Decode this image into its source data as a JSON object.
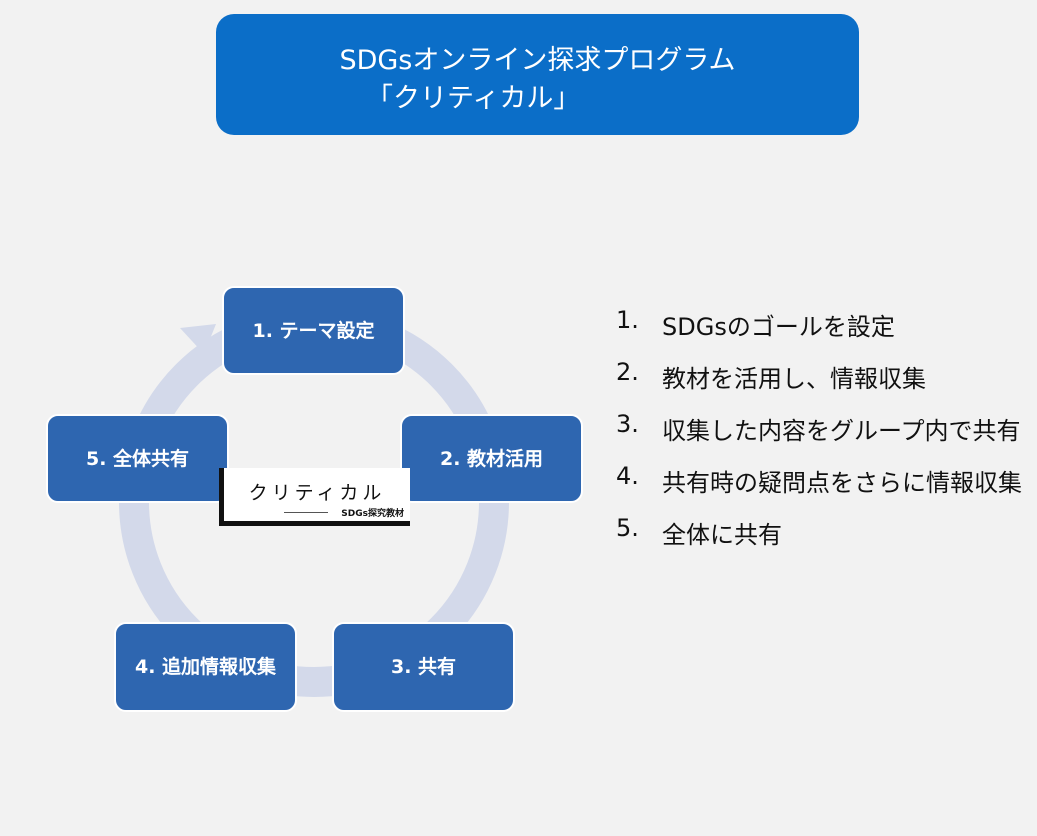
{
  "title": {
    "line1": "SDGsオンライン探求プログラム",
    "line2": "「クリティカル」"
  },
  "cycle": {
    "steps": [
      {
        "label": "1. テーマ設定"
      },
      {
        "label": "2. 教材活用"
      },
      {
        "label": "3. 共有"
      },
      {
        "label": "4. 追加情報収集"
      },
      {
        "label": "5. 全体共有"
      }
    ],
    "center_logo": {
      "main": "クリティカル",
      "sub": "SDGs探究教材"
    }
  },
  "description": [
    {
      "num": "1.",
      "text": "SDGsのゴールを設定"
    },
    {
      "num": "2.",
      "text": "教材を活用し、情報収集"
    },
    {
      "num": "3.",
      "text": "収集した内容をグループ内で共有"
    },
    {
      "num": "4.",
      "text": "共有時の疑問点をさらに情報収集"
    },
    {
      "num": "5.",
      "text": "全体に共有"
    }
  ],
  "colors": {
    "title_bg": "#0b6ec8",
    "step_bg": "#2e66b0",
    "ring": "#d3d9ea",
    "background": "#f2f2f2"
  }
}
